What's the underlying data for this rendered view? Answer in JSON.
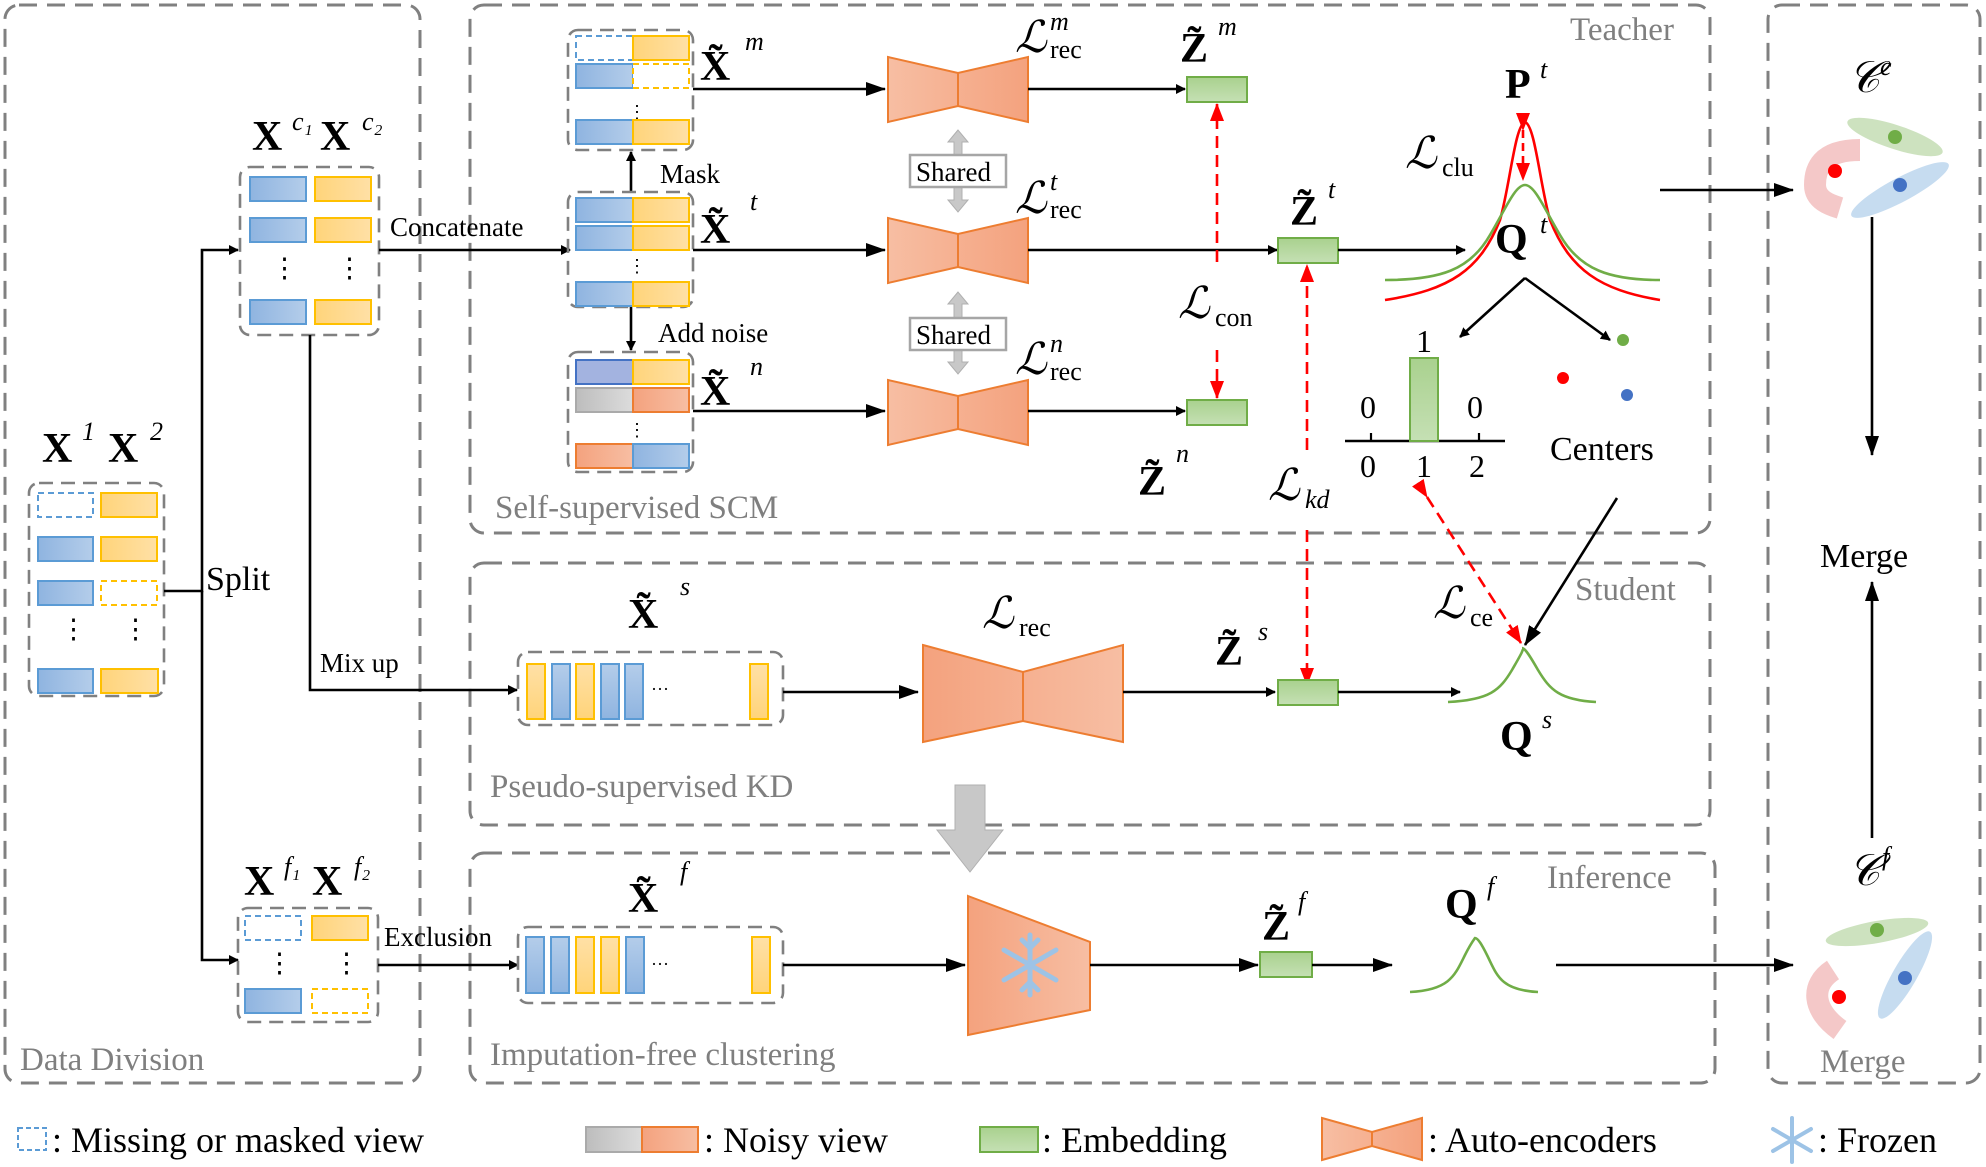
{
  "panels": {
    "data_division": "Data Division",
    "teacher": "Teacher",
    "self_supervised": "Self-supervised SCM",
    "student": "Student",
    "pseudo_supervised": "Pseudo-supervised KD",
    "inference": "Inference",
    "imputation_free": "Imputation-free clustering",
    "merge_bottom": "Merge"
  },
  "edges": {
    "split": "Split",
    "concatenate": "Concatenate",
    "mix_up": "Mix up",
    "exclusion": "Exclusion",
    "mask": "Mask",
    "add_noise": "Add noise",
    "shared_1": "Shared",
    "shared_2": "Shared",
    "merge": "Merge",
    "centers": "Centers"
  },
  "symbols": {
    "x1": {
      "base": "X",
      "sup": "1"
    },
    "x2": {
      "base": "X",
      "sup": "2"
    },
    "xc1": {
      "base": "X",
      "sup": "c₁"
    },
    "xc2": {
      "base": "X",
      "sup": "c₂"
    },
    "xf1": {
      "base": "X",
      "sup": "f₁"
    },
    "xf2": {
      "base": "X",
      "sup": "f₂"
    },
    "xm": {
      "base": "X̃",
      "sup": "m"
    },
    "xt": {
      "base": "X̃",
      "sup": "t"
    },
    "xn": {
      "base": "X̃",
      "sup": "n"
    },
    "xs": {
      "base": "X̃",
      "sup": "s"
    },
    "xf": {
      "base": "X̃",
      "sup": "f"
    },
    "zm": {
      "base": "Z̃",
      "sup": "m"
    },
    "zt": {
      "base": "Z̃",
      "sup": "t"
    },
    "zn": {
      "base": "Z̃",
      "sup": "n"
    },
    "zs": {
      "base": "Z̃",
      "sup": "s"
    },
    "zf": {
      "base": "Z̃",
      "sup": "f"
    },
    "pt": {
      "base": "P",
      "sup": "t"
    },
    "qt": {
      "base": "Q",
      "sup": "t"
    },
    "qs": {
      "base": "Q",
      "sup": "s"
    },
    "qf": {
      "base": "Q",
      "sup": "f"
    },
    "cc": {
      "base": "C",
      "sup": "c"
    },
    "cf": {
      "base": "C",
      "sup": "f"
    }
  },
  "losses": {
    "rec_m": {
      "base": "L",
      "sub": "rec",
      "sup": "m"
    },
    "rec_t": {
      "base": "L",
      "sub": "rec",
      "sup": "t"
    },
    "rec_n": {
      "base": "L",
      "sub": "rec",
      "sup": "n"
    },
    "rec_s": {
      "base": "L",
      "sub": "rec",
      "sup": ""
    },
    "con": {
      "base": "L",
      "sub": "con"
    },
    "clu": {
      "base": "L",
      "sub": "clu"
    },
    "kd": {
      "base": "L",
      "sub": "kd"
    },
    "ce": {
      "base": "L",
      "sub": "ce"
    }
  },
  "onehot": {
    "categories": [
      "0",
      "1",
      "2"
    ],
    "values": [
      "0",
      "1",
      "0"
    ]
  },
  "legend": [
    {
      "icon": "missing-view-icon",
      "label": ": Missing or masked view"
    },
    {
      "icon": "noisy-view-icon",
      "label": ": Noisy view"
    },
    {
      "icon": "embedding-icon",
      "label": ": Embedding"
    },
    {
      "icon": "autoencoder-icon",
      "label": ": Auto-encoders"
    },
    {
      "icon": "snowflake-icon",
      "label": ": Frozen"
    }
  ],
  "colors": {
    "view1": "#5b9bd5",
    "view2": "#ffc000",
    "noise": "#ed7d31",
    "embedding": "#70ad47",
    "loss_arrow": "#ff0000",
    "panel_border": "#808080"
  }
}
